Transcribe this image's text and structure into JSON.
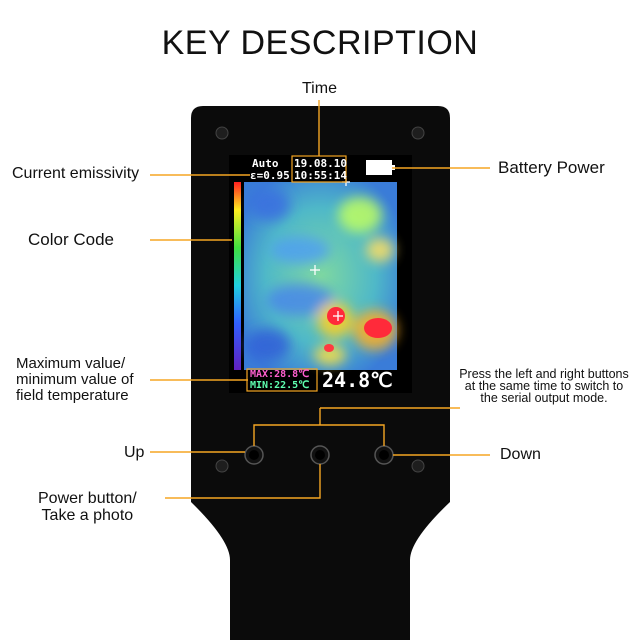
{
  "title": "KEY DESCRIPTION",
  "labels": {
    "time": "Time",
    "current_emissivity": "Current emissivity",
    "battery_power": "Battery Power",
    "color_code": "Color Code",
    "max_min_line1": "Maximum value/",
    "max_min_line2": "minimum value of",
    "max_min_line3": "field temperature",
    "press_line1": "Press the left and right buttons",
    "press_line2": "at the same time to switch to",
    "press_line3": "the serial output mode.",
    "up": "Up",
    "down": "Down",
    "power_line1": "Power button/",
    "power_line2": "Take a photo"
  },
  "screen": {
    "mode": "Auto",
    "emissivity": "ε=0.95",
    "date": "19.08.10",
    "clock": "10:55:14",
    "max": "MAX:28.8℃",
    "min": "MIN:22.5℃",
    "center_temp": "24.8℃"
  },
  "colors": {
    "leader": "#f5a623",
    "device": "#0b0b0b",
    "screen_text": "#ffffff",
    "max_text": "#ff5fd0",
    "min_text": "#5fffb0"
  }
}
